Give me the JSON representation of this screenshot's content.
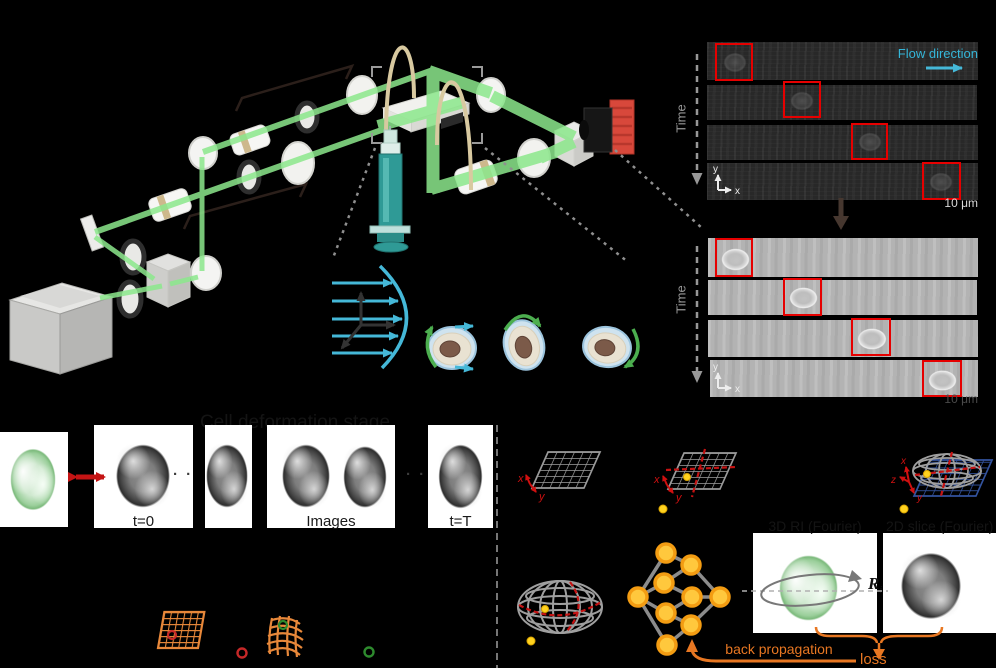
{
  "figure": {
    "description_heading": "Cell deformation stage"
  },
  "colors": {
    "beam_green": "#8ce88c",
    "flow_cyan": "#45b8d8",
    "accent_red": "#e60000",
    "rotation_green": "#4cae4f",
    "orange": "#e87722",
    "node_yellow": "#ffc83d",
    "grid_gray": "#9a9a9a",
    "grid_blue": "#33539e",
    "grid_orange": "#e8883a"
  },
  "hologram_panel": {
    "flow_direction_label": "Flow direction",
    "time_label": "Time",
    "scale_bar_label": "10 μm",
    "axis": {
      "x": "x",
      "y": "y"
    }
  },
  "phase_panel": {
    "time_label": "Time",
    "scale_bar_label": "10 μm",
    "axis": {
      "x": "x",
      "y": "y"
    }
  },
  "deformation_row": {
    "heading": "Cell deformation stage",
    "t_start_label": "t=0",
    "images_label": "Images",
    "t_end_label": "t=T",
    "ellipsis_left": "· ·",
    "ellipsis_right": "· ·"
  },
  "fourier_row": {
    "grid1_axis": {
      "x": "x",
      "y": "y"
    },
    "grid2_axis": {
      "x": "x",
      "y": "y"
    },
    "grid3_axis": {
      "x": "x",
      "y": "y",
      "z": "z"
    }
  },
  "reconstruction": {
    "panel_3d_title": "3D RI (Fourier)",
    "panel_2d_title": "2D slice (Fourier)",
    "rotation_operator": "R",
    "rotation_operator_sub": "i",
    "back_propagation_label": "back propagation",
    "loss_label": "loss"
  }
}
